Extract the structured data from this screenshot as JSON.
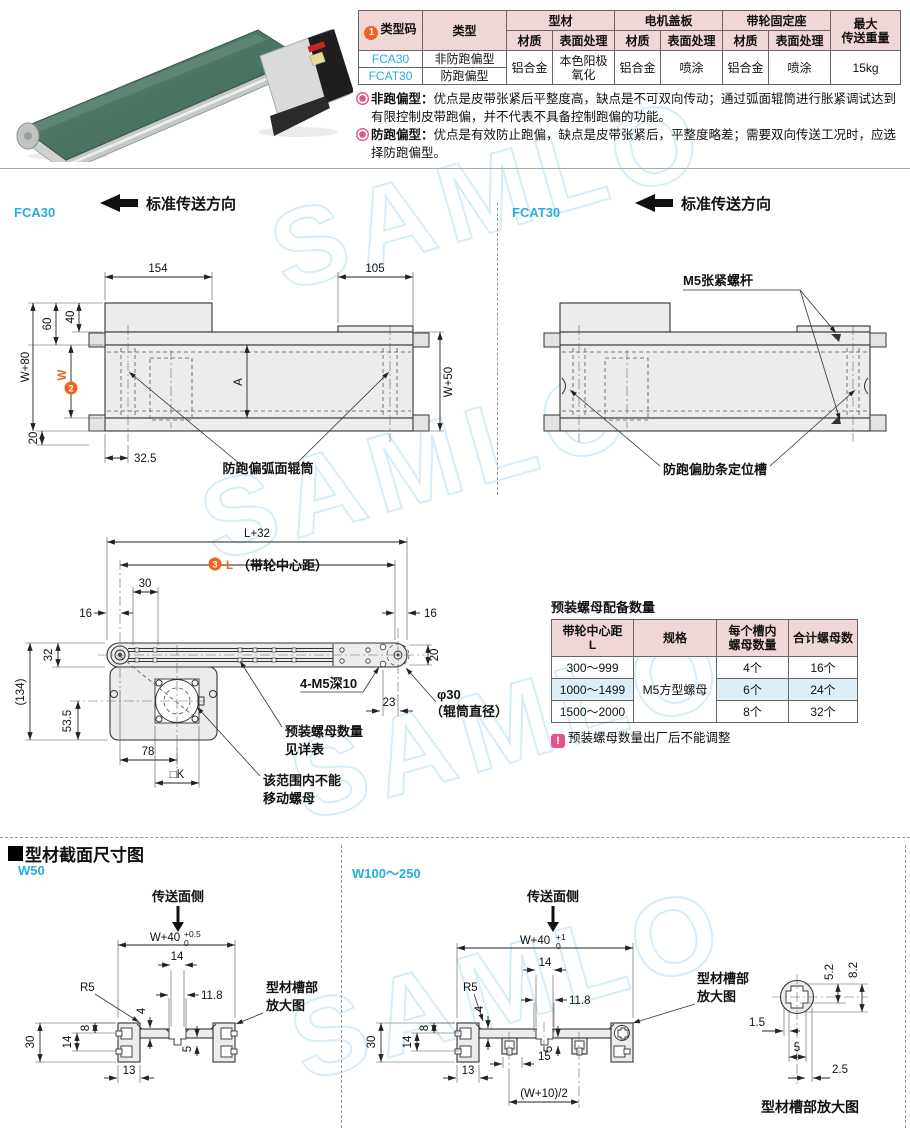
{
  "watermark": "SAMLO",
  "spec_table": {
    "badge1": "1",
    "h_type_code": "类型码",
    "h_type": "类型",
    "h_profile": "型材",
    "h_motor_cover": "电机盖板",
    "h_pulley_seat": "带轮固定座",
    "h_max1": "最大",
    "h_max2": "传送重量",
    "h_material": "材质",
    "h_surface": "表面处理",
    "code1": "FCA30",
    "type1": "非防跑偏型",
    "code2": "FCAT30",
    "type2": "防跑偏型",
    "profile_mat": "铝合金",
    "profile_surf": "本色阳极氧化",
    "motor_mat": "铝合金",
    "motor_surf": "喷涂",
    "pulley_mat": "铝合金",
    "pulley_surf": "喷涂",
    "max_load": "15kg"
  },
  "notes": [
    {
      "label": "非跑偏型：",
      "text": "优点是皮带张紧后平整度高，缺点是不可双向传动；通过弧面辊筒进行胀紧调试达到有限控制皮带跑偏，并不代表不具备控制跑偏的功能。"
    },
    {
      "label": "防跑偏型：",
      "text": "优点是有效防止跑偏，缺点是皮带张紧后，平整度略差；需要双向传送工况时，应选择防跑偏型。"
    }
  ],
  "fca30": {
    "label": "FCA30",
    "direction": "标准传送方向",
    "d154": "154",
    "d105": "105",
    "d60": "60",
    "d40": "40",
    "w80": "W+80",
    "badge2": "2",
    "w": "W",
    "d20": "20",
    "d325": "32.5",
    "a": "A",
    "w50": "W+50",
    "roller": "防跑偏弧面辊筒"
  },
  "fcat30": {
    "label": "FCAT30",
    "direction": "标准传送方向",
    "m5": "M5张紧螺杆",
    "rib": "防跑偏肋条定位槽"
  },
  "side": {
    "l32": "L+32",
    "badge3": "3",
    "l": "L",
    "l_note": "（带轮中心距）",
    "d30": "30",
    "d16": "16",
    "d32": "32",
    "d134": "(134)",
    "d535": "53.5",
    "d78": "78",
    "dk": "□K",
    "m5": "4-M5深10",
    "d23": "23",
    "d20": "20",
    "dia": "φ30",
    "dia_note": "（辊筒直径）",
    "nuts1": "预装螺母数量",
    "nuts2": "见详表",
    "range1": "该范围内不能",
    "range2": "移动螺母"
  },
  "nut_table": {
    "title": "预装螺母配备数量",
    "h1a": "带轮中心距",
    "h1b": "L",
    "h2": "规格",
    "h3a": "每个槽内",
    "h3b": "螺母数量",
    "h4": "合计螺母数",
    "spec": "M5方型螺母",
    "rows": [
      {
        "range": "300～999",
        "per": "4个",
        "total": "16个"
      },
      {
        "range": "1000～1499",
        "per": "6个",
        "total": "24个"
      },
      {
        "range": "1500～2000",
        "per": "8个",
        "total": "32个"
      }
    ],
    "note": "预装螺母数量出厂后不能调整"
  },
  "profile_section": {
    "title": "型材截面尺寸图",
    "w50": {
      "label": "W50",
      "face": "传送面侧",
      "w": "W+40",
      "sup": "+0.5",
      "sub": "0",
      "d14": "14",
      "d118": "11.8",
      "r5": "R5",
      "d4": "4",
      "d8": "8",
      "d14b": "14",
      "d30": "30",
      "d5": "5",
      "d13": "13",
      "z1": "型材槽部",
      "z2": "放大图"
    },
    "w100": {
      "label": "W100～250",
      "face": "传送面侧",
      "w": "W+40",
      "sup": "+1",
      "sub": "0",
      "d14": "14",
      "d118": "11.8",
      "r5": "R5",
      "d4": "4",
      "d8": "8",
      "d14b": "14",
      "d30": "30",
      "d5": "5",
      "d15": "15",
      "d13": "13",
      "dwf": "(W+10)/2",
      "z1": "型材槽部",
      "z2": "放大图"
    },
    "detail": {
      "d52": "5.2",
      "d82": "8.2",
      "d15": "1.5",
      "d5": "5",
      "d25": "2.5",
      "caption": "型材槽部放大图"
    }
  }
}
